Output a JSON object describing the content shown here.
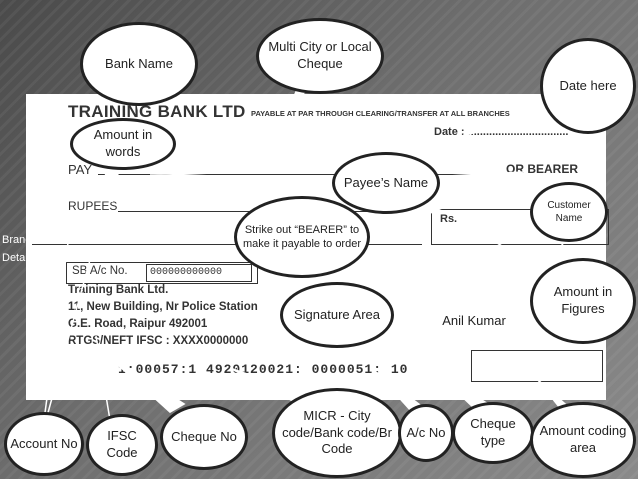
{
  "cheque": {
    "bank_title": "TRAINING BANK LTD",
    "payable_text": "PAYABLE AT PAR THROUGH CLEARING/TRANSFER AT ALL BRANCHES",
    "date_label": "Date : .................................",
    "pay_label": "PAY",
    "or_bearer": "OR BEARER",
    "rupees_label": "RUPEES",
    "rs_label": "Rs.",
    "ac_label": "SB A/c No.",
    "ac_number": "000000000000",
    "address_lines": [
      "Training Bank Ltd.",
      "11, New Building, Nr Police Station",
      "G.E. Road, Raipur 492001",
      "RTGS/NEFT IFSC : XXXX0000000"
    ],
    "micr_line": "1:00057:1  4920120021:    0000051:  10"
  },
  "callouts": {
    "bank_name": "Bank Name",
    "multi_city": "Multi City or Local Cheque",
    "date_here": "Date here",
    "amount_in_words": "Amount in words",
    "payee_name": "Payee’s Name",
    "strike_bearer": "Strike out “BEARER” to make it payable to order",
    "customer_name": "Customer Name",
    "branch_details": "Branch Details",
    "signature_area": "Signature Area",
    "anil_kumar": "Anil Kumar",
    "amount_in_figures": "Amount in Figures",
    "account_no": "Account No",
    "ifsc_code": "IFSC Code",
    "cheque_no": "Cheque No",
    "micr": "MICR - City code/Bank code/Br Code",
    "ac_no": "A/c No",
    "cheque_type": "Cheque type",
    "amount_coding": "Amount coding area"
  }
}
